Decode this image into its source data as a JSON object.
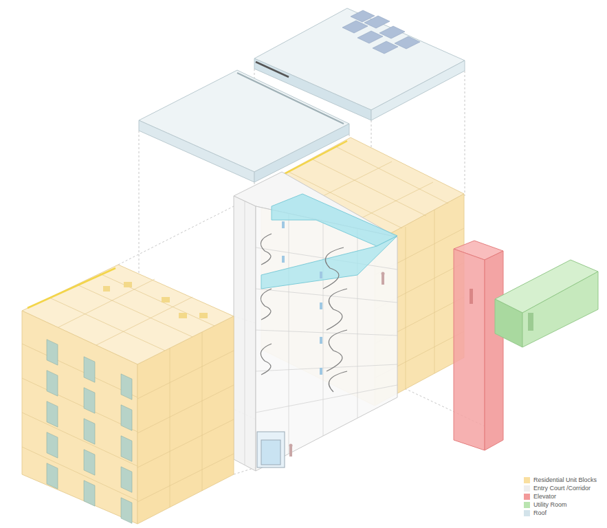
{
  "diagram": {
    "legend": [
      {
        "text": "Residential Unit Blocks",
        "color": "#f9dfa0"
      },
      {
        "text": "Entry Court /Corridor",
        "color": "#eeeeee"
      },
      {
        "text": "Elevator",
        "color": "#f29a9a"
      },
      {
        "text": "Utility Room",
        "color": "#b9e4b0"
      },
      {
        "text": "Roof",
        "color": "#d3e3ea"
      }
    ]
  }
}
